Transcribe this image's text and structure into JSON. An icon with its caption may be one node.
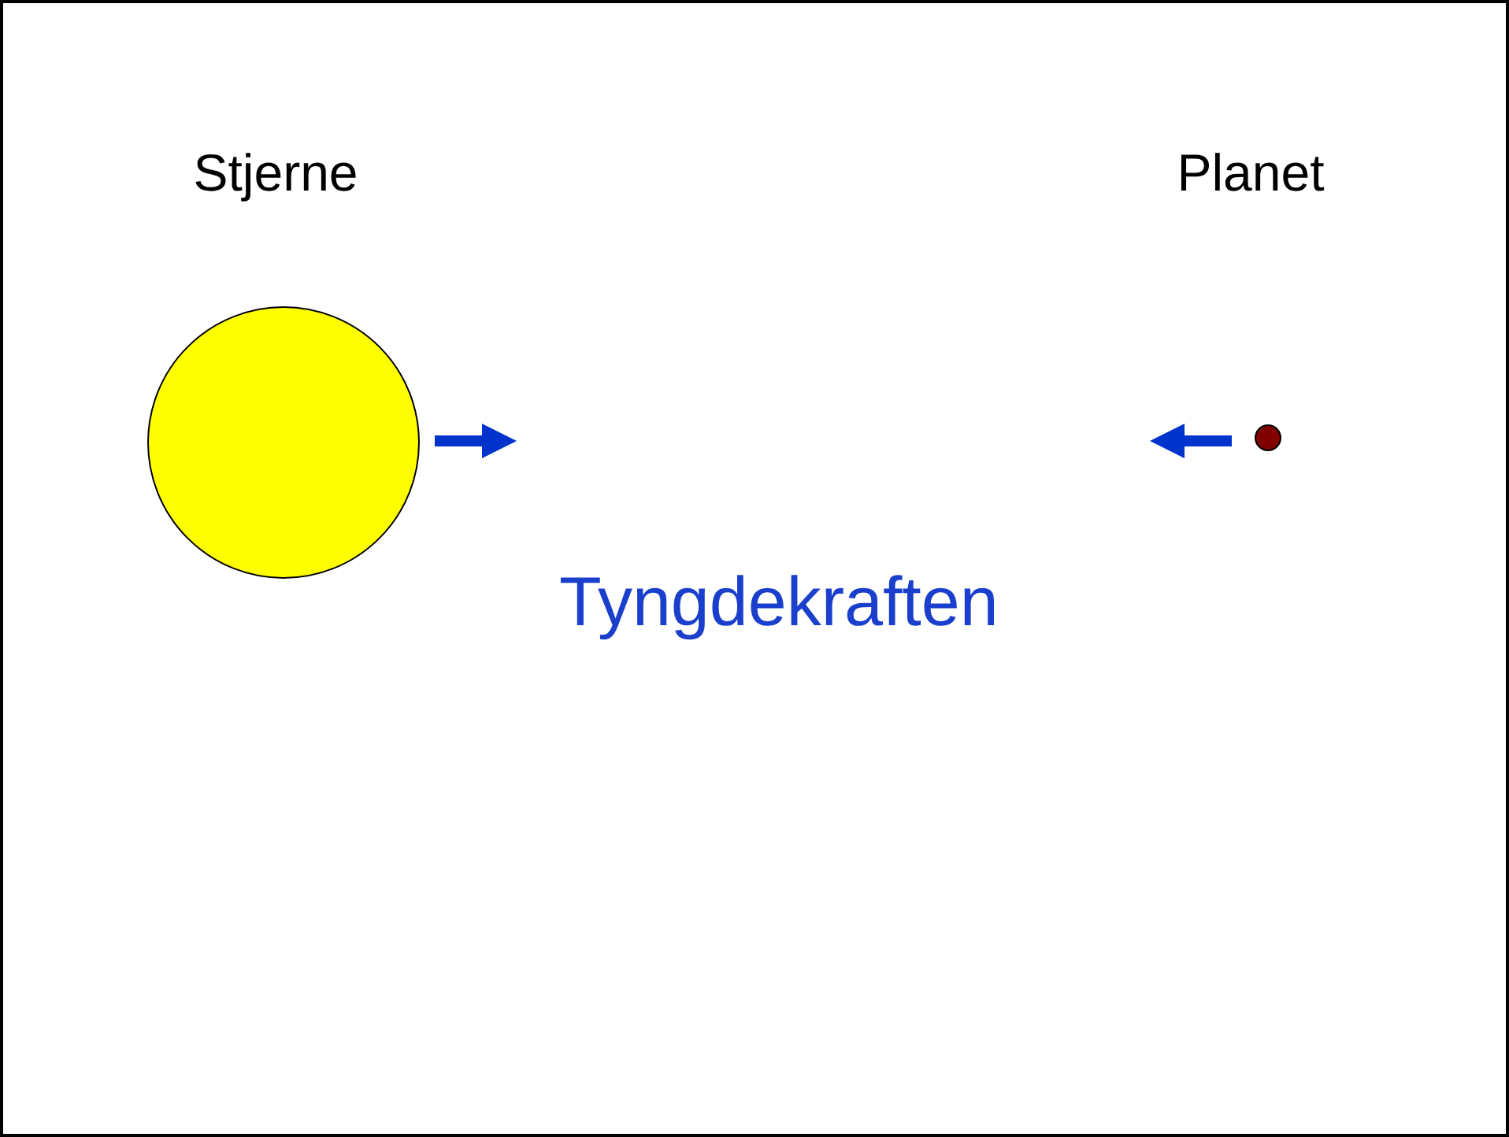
{
  "diagram": {
    "nodes": [
      {
        "text": [
          "Stjerne"
        ]
      },
      {
        "text": [
          "Planet"
        ]
      }
    ],
    "labels": [
      "Tyngdekraften"
    ]
  }
}
